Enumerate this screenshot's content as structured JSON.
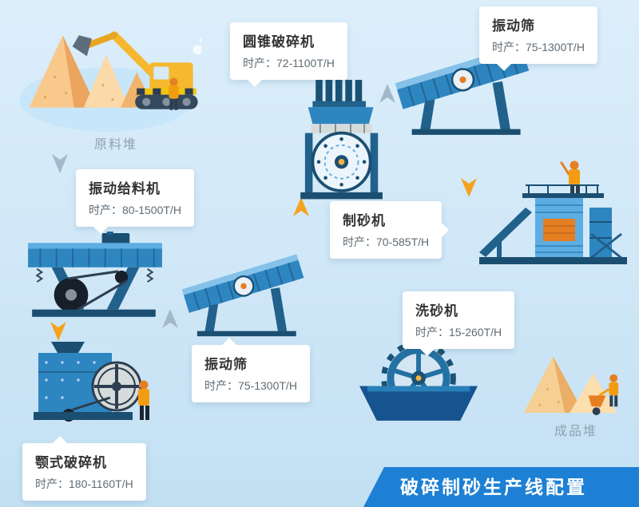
{
  "banner": {
    "text": "破碎制砂生产线配置",
    "bg_color": "#1d80d4",
    "text_color": "#ffffff"
  },
  "piles": {
    "raw_label": "原料堆",
    "product_label": "成品堆"
  },
  "stations": [
    {
      "key": "cone-crusher",
      "name": "圆锥破碎机",
      "capacity": "时产：72-1100T/H"
    },
    {
      "key": "vibrating-screen-top",
      "name": "振动筛",
      "capacity": "时产：75-1300T/H"
    },
    {
      "key": "vibrating-feeder",
      "name": "振动给料机",
      "capacity": "时产：80-1500T/H"
    },
    {
      "key": "sand-maker",
      "name": "制砂机",
      "capacity": "时产：70-585T/H"
    },
    {
      "key": "vibrating-screen-mid",
      "name": "振动筛",
      "capacity": "时产：75-1300T/H"
    },
    {
      "key": "sand-washer",
      "name": "洗砂机",
      "capacity": "时产：15-260T/H"
    },
    {
      "key": "jaw-crusher",
      "name": "颚式破碎机",
      "capacity": "时产：180-1160T/H"
    }
  ],
  "colors": {
    "arrow_orange": "#f5a31c",
    "arrow_gray": "#a3b8c8",
    "card_title": "#333333",
    "card_subtitle": "#5f6b74",
    "pile_label": "#90a2b0",
    "machine_blue": "#2e86c1",
    "machine_dark": "#1b4f72",
    "background": "#cfe7f7"
  }
}
